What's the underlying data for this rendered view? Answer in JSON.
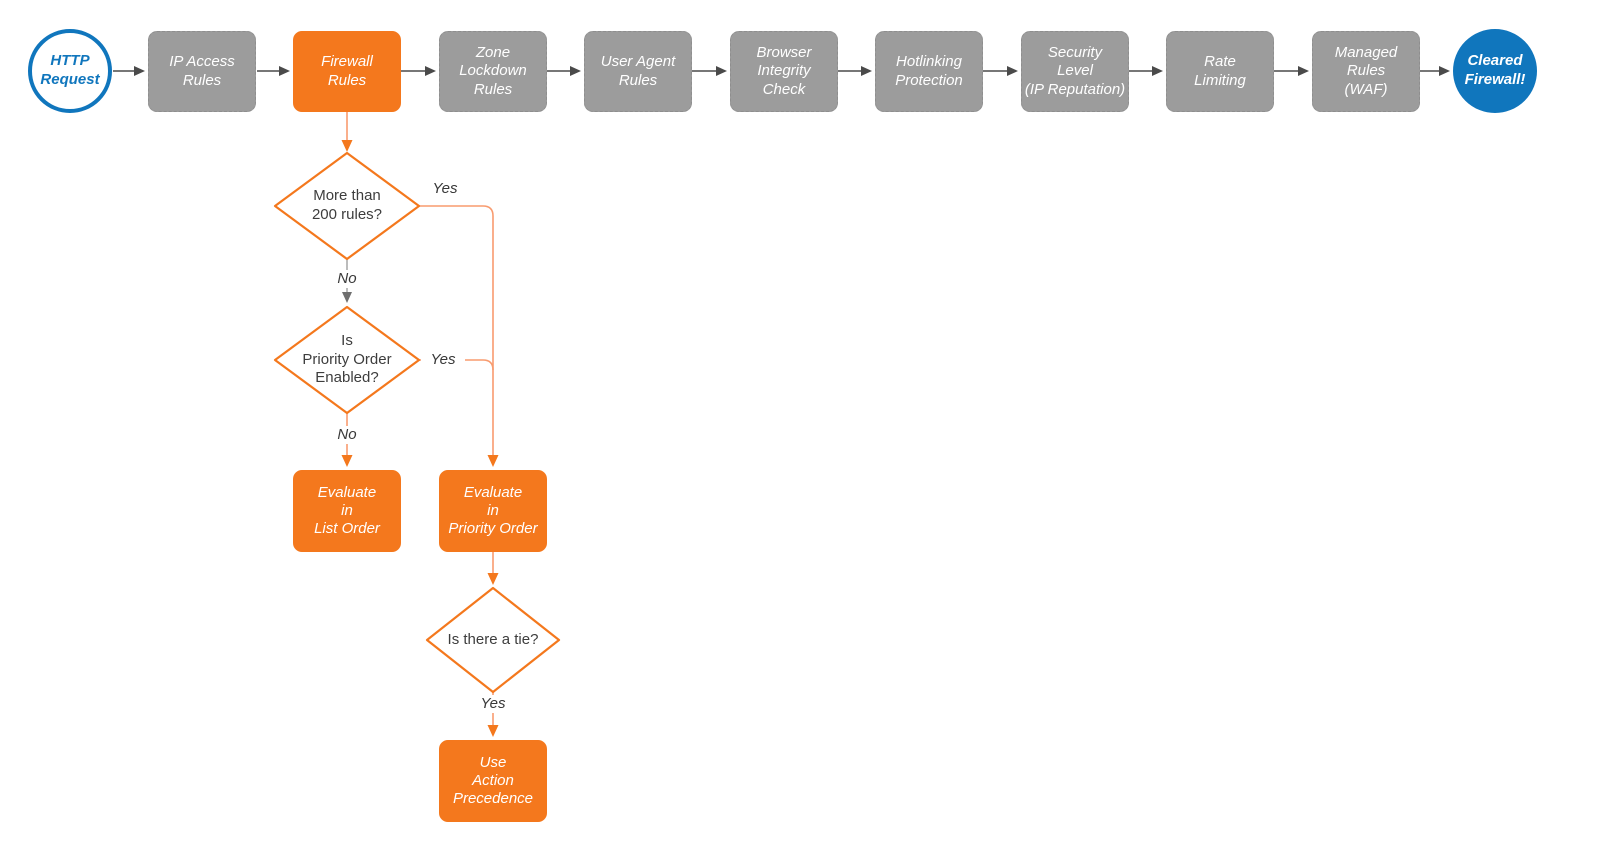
{
  "diagram": {
    "nodes": {
      "start": "HTTP\nRequest",
      "end": "Cleared\nFirewall!",
      "pipeline": [
        "IP Access\nRules",
        "Firewall\nRules",
        "Zone\nLockdown\nRules",
        "User Agent\nRules",
        "Browser\nIntegrity\nCheck",
        "Hotlinking\nProtection",
        "Security\nLevel\n(IP Reputation)",
        "Rate\nLimiting",
        "Managed\nRules\n(WAF)"
      ],
      "decisions": [
        "More than\n200 rules?",
        "Is\nPriority Order\nEnabled?",
        "Is there a tie?"
      ],
      "outcomes": [
        "Evaluate\nin\nList Order",
        "Evaluate\nin\nPriority Order",
        "Use\nAction\nPrecedence"
      ]
    },
    "edge_labels": {
      "d1_yes": "Yes",
      "d1_no": "No",
      "d2_yes": "Yes",
      "d2_no": "No",
      "d3_yes": "Yes"
    },
    "colors": {
      "accent_orange": "#F4781D",
      "connector_orange": "#F89B6F",
      "node_gray": "#9C9C9C",
      "arrow_dark": "#4A4A4A",
      "brand_blue": "#1076BD"
    }
  }
}
